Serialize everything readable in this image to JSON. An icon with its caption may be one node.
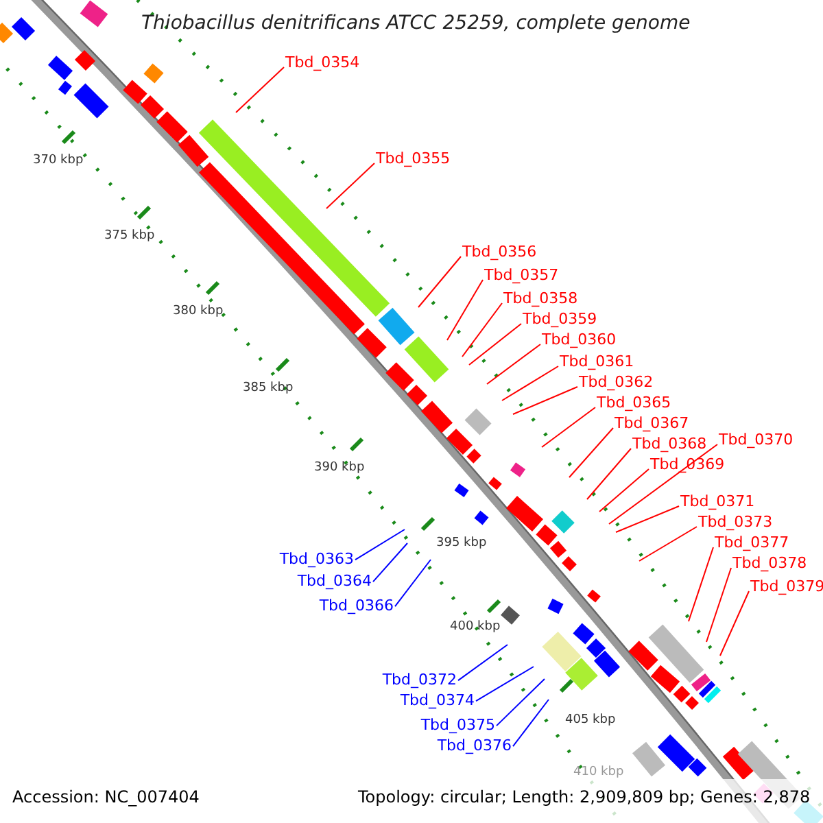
{
  "diagram": {
    "title": "Thiobacillus denitrificans ATCC 25259, complete genome",
    "nodes": [
      {
        "text": [
          "Tbd_0354"
        ]
      },
      {
        "text": [
          "Tbd_0355"
        ]
      },
      {
        "text": [
          "Tbd_0356"
        ]
      },
      {
        "text": [
          "Tbd_0357"
        ]
      },
      {
        "text": [
          "Tbd_0358"
        ]
      },
      {
        "text": [
          "Tbd_0359"
        ]
      },
      {
        "text": [
          "Tbd_0360"
        ]
      },
      {
        "text": [
          "Tbd_0361"
        ]
      },
      {
        "text": [
          "Tbd_0362"
        ]
      },
      {
        "text": [
          "Tbd_0365"
        ]
      },
      {
        "text": [
          "Tbd_0367"
        ]
      },
      {
        "text": [
          "Tbd_0370"
        ]
      },
      {
        "text": [
          "Tbd_0368"
        ]
      },
      {
        "text": [
          "Tbd_0369"
        ]
      },
      {
        "text": [
          "Tbd_0371"
        ]
      },
      {
        "text": [
          "Tbd_0373"
        ]
      },
      {
        "text": [
          "Tbd_0377"
        ]
      },
      {
        "text": [
          "Tbd_0363"
        ]
      },
      {
        "text": [
          "Tbd_0378"
        ]
      },
      {
        "text": [
          "Tbd_0364"
        ]
      },
      {
        "text": [
          "Tbd_0379"
        ]
      },
      {
        "text": [
          "Tbd_0366"
        ]
      },
      {
        "text": [
          "Tbd_0372"
        ]
      },
      {
        "text": [
          "Tbd_0374"
        ]
      },
      {
        "text": [
          "Tbd_0375"
        ]
      },
      {
        "text": [
          "Tbd_0376"
        ]
      }
    ],
    "edges": [
      {
        "from": 0,
        "to": null,
        "arrow": "none"
      },
      {
        "from": 1,
        "to": null,
        "arrow": "none"
      },
      {
        "from": 2,
        "to": null,
        "arrow": "none"
      },
      {
        "from": 3,
        "to": null,
        "arrow": "none"
      },
      {
        "from": 4,
        "to": null,
        "arrow": "none"
      },
      {
        "from": 5,
        "to": null,
        "arrow": "none"
      },
      {
        "from": 6,
        "to": null,
        "arrow": "none"
      },
      {
        "from": 7,
        "to": null,
        "arrow": "none"
      },
      {
        "from": 8,
        "to": null,
        "arrow": "none"
      },
      {
        "from": 9,
        "to": null,
        "arrow": "none"
      },
      {
        "from": 10,
        "to": null,
        "arrow": "none"
      },
      {
        "from": 11,
        "to": null,
        "arrow": "none"
      },
      {
        "from": 12,
        "to": null,
        "arrow": "none"
      },
      {
        "from": 13,
        "to": null,
        "arrow": "none"
      },
      {
        "from": 14,
        "to": null,
        "arrow": "none"
      },
      {
        "from": 15,
        "to": null,
        "arrow": "none"
      },
      {
        "from": 16,
        "to": null,
        "arrow": "none"
      },
      {
        "from": 17,
        "to": null,
        "arrow": "none",
        "color": "#0000ff"
      },
      {
        "from": 18,
        "to": null,
        "arrow": "none"
      },
      {
        "from": 19,
        "to": null,
        "arrow": "none",
        "color": "#0000ff"
      },
      {
        "from": 20,
        "to": null,
        "arrow": "none"
      },
      {
        "from": 21,
        "to": null,
        "arrow": "none",
        "color": "#0000ff"
      },
      {
        "from": 22,
        "to": null,
        "arrow": "none",
        "color": "#0000ff"
      },
      {
        "from": 23,
        "to": null,
        "arrow": "none",
        "color": "#0000ff"
      },
      {
        "from": 24,
        "to": null,
        "arrow": "none",
        "color": "#0000ff"
      },
      {
        "from": 25,
        "to": null,
        "arrow": "none",
        "color": "#0000ff"
      }
    ],
    "labels": [
      "370 kbp",
      "375 kbp",
      "380 kbp",
      "385 kbp",
      "390 kbp",
      "395 kbp",
      "400 kbp",
      "405 kbp",
      "410 kbp",
      "Accession: NC_007404",
      "Topology: circular; Length: 2,909,809 bp; Genes: 2,878"
    ]
  }
}
